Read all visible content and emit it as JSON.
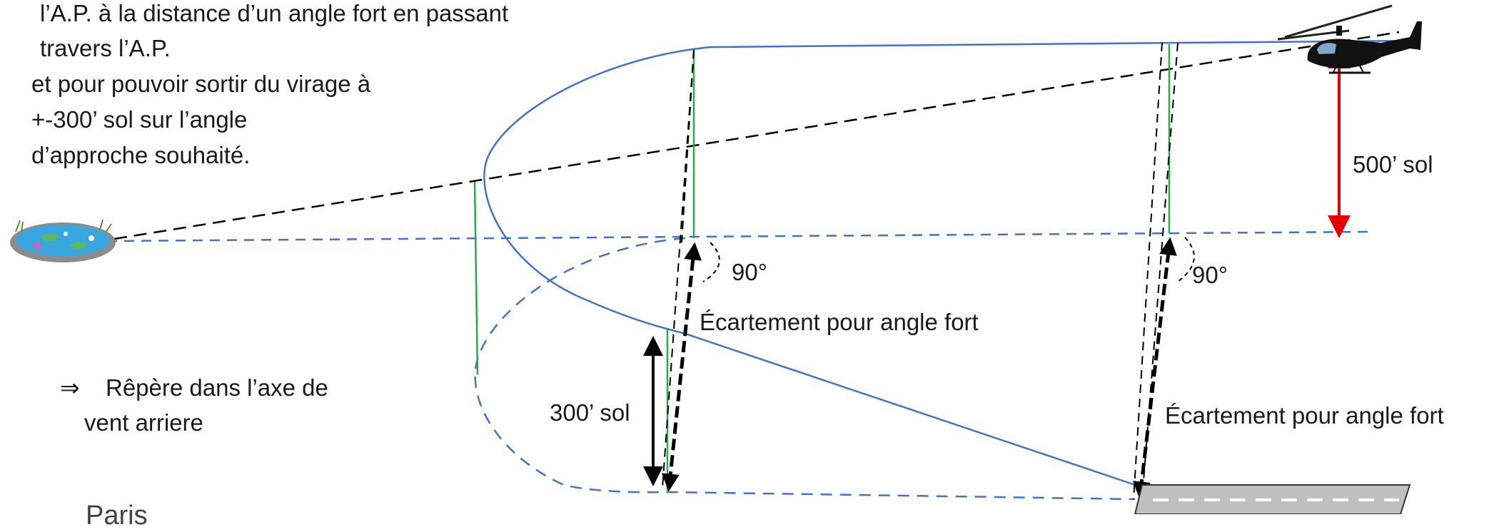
{
  "intro_lines": [
    "l’A.P. à la distance d’un angle fort en passant",
    "travers l’A.P.",
    "et pour pouvoir sortir du virage à",
    "+-300’ sol sur l’angle",
    "d’approche souhaité."
  ],
  "note": {
    "arrow_symbol": "⇒",
    "line1": "Rêpère dans l’axe de",
    "line2": "vent arriere"
  },
  "labels": {
    "altitude_500": "500’ sol",
    "altitude_300": "300’ sol",
    "angle_1": "90°",
    "angle_2": "90°",
    "spacing_1": "Écartement pour angle fort",
    "spacing_2": "Écartement pour angle fort"
  },
  "footer_partial": "Paris",
  "colors": {
    "track": "#4472c4",
    "vertical_guides": "#2ea84a",
    "sight_lines": "#000000",
    "altitude_arrow": "#e60000",
    "runway": "#bfbfbf"
  },
  "icons": [
    "pond-icon",
    "helicopter-icon",
    "runway-icon"
  ]
}
